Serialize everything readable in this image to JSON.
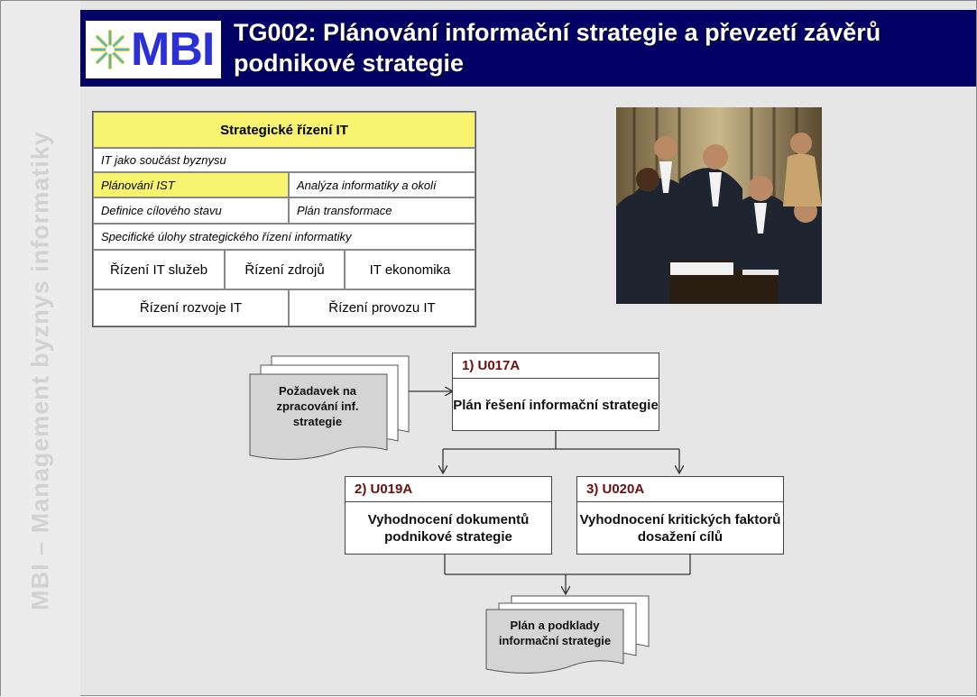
{
  "sidebar": {
    "vertical_text": "MBI – Management byznys informatiky"
  },
  "header": {
    "logo_text": "MBI",
    "title": "TG002: Plánování informační strategie a převzetí závěrů podnikové strategie"
  },
  "process_table": {
    "heading": "Strategické řízení IT",
    "row1": "IT jako součást byznysu",
    "row2_left": "Plánování IST",
    "row2_right": "Analýza informatiky a okolí",
    "row3_left": "Definice cílového stavu",
    "row3_right": "Plán transformace",
    "row4": "Specifické úlohy strategického řízení informatiky",
    "row5": [
      "Řízení IT služeb",
      "Řízení  zdrojů",
      "IT ekonomika"
    ],
    "row6": [
      "Řízení rozvoje IT",
      "Řízení provozu IT"
    ]
  },
  "flow": {
    "input_doc": "Požadavek na zpracování inf. strategie",
    "step1": {
      "id": "1)  U017A",
      "text": "Plán řešení informační strategie"
    },
    "step2": {
      "id": "2)  U019A",
      "text": "Vyhodnocení  dokumentů podnikové strategie"
    },
    "step3": {
      "id": "3)  U020A",
      "text": "Vyhodnocení kritických faktorů dosažení cílů"
    },
    "output_doc": "Plán a podklady informační strategie"
  },
  "colors": {
    "header_bg": "#030066",
    "highlight": "#f8f46f",
    "step_id": "#6a1010"
  }
}
